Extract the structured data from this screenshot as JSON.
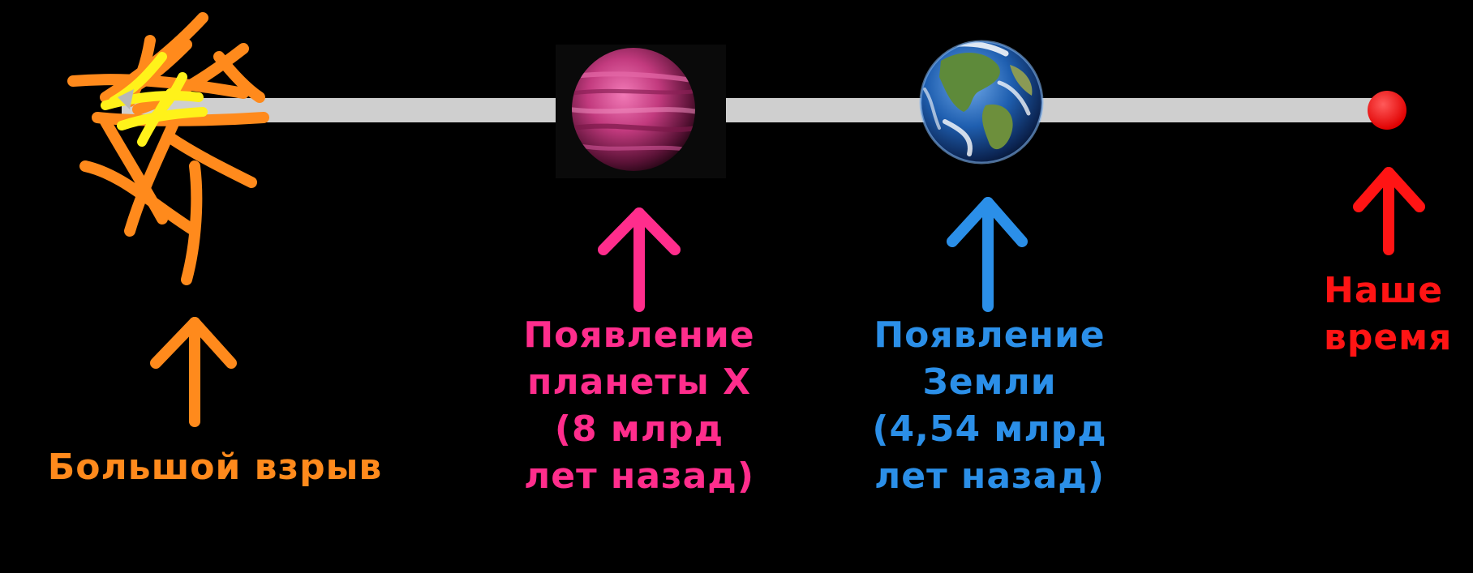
{
  "colors": {
    "background": "#000000",
    "timeline": "#cfcfcf",
    "big_bang": "#ff8a1c",
    "big_bang_core": "#fff21a",
    "planet_x": "#ff2d8c",
    "earth": "#2b8fe8",
    "now": "#ff1414"
  },
  "icons": {
    "big_bang": "explosion-icon",
    "planet_x": "planet-icon",
    "earth": "earth-globe-icon",
    "now": "red-dot-icon"
  },
  "events": {
    "big_bang": {
      "lines": [
        "Большой взрыв"
      ]
    },
    "planet_x": {
      "lines": [
        "Появление",
        "планеты Х",
        "(8 млрд",
        "лет назад)"
      ]
    },
    "earth": {
      "lines": [
        "Появление",
        "Земли",
        "(4,54 млрд",
        "лет назад)"
      ]
    },
    "now": {
      "lines": [
        "Наше",
        "время"
      ]
    }
  }
}
